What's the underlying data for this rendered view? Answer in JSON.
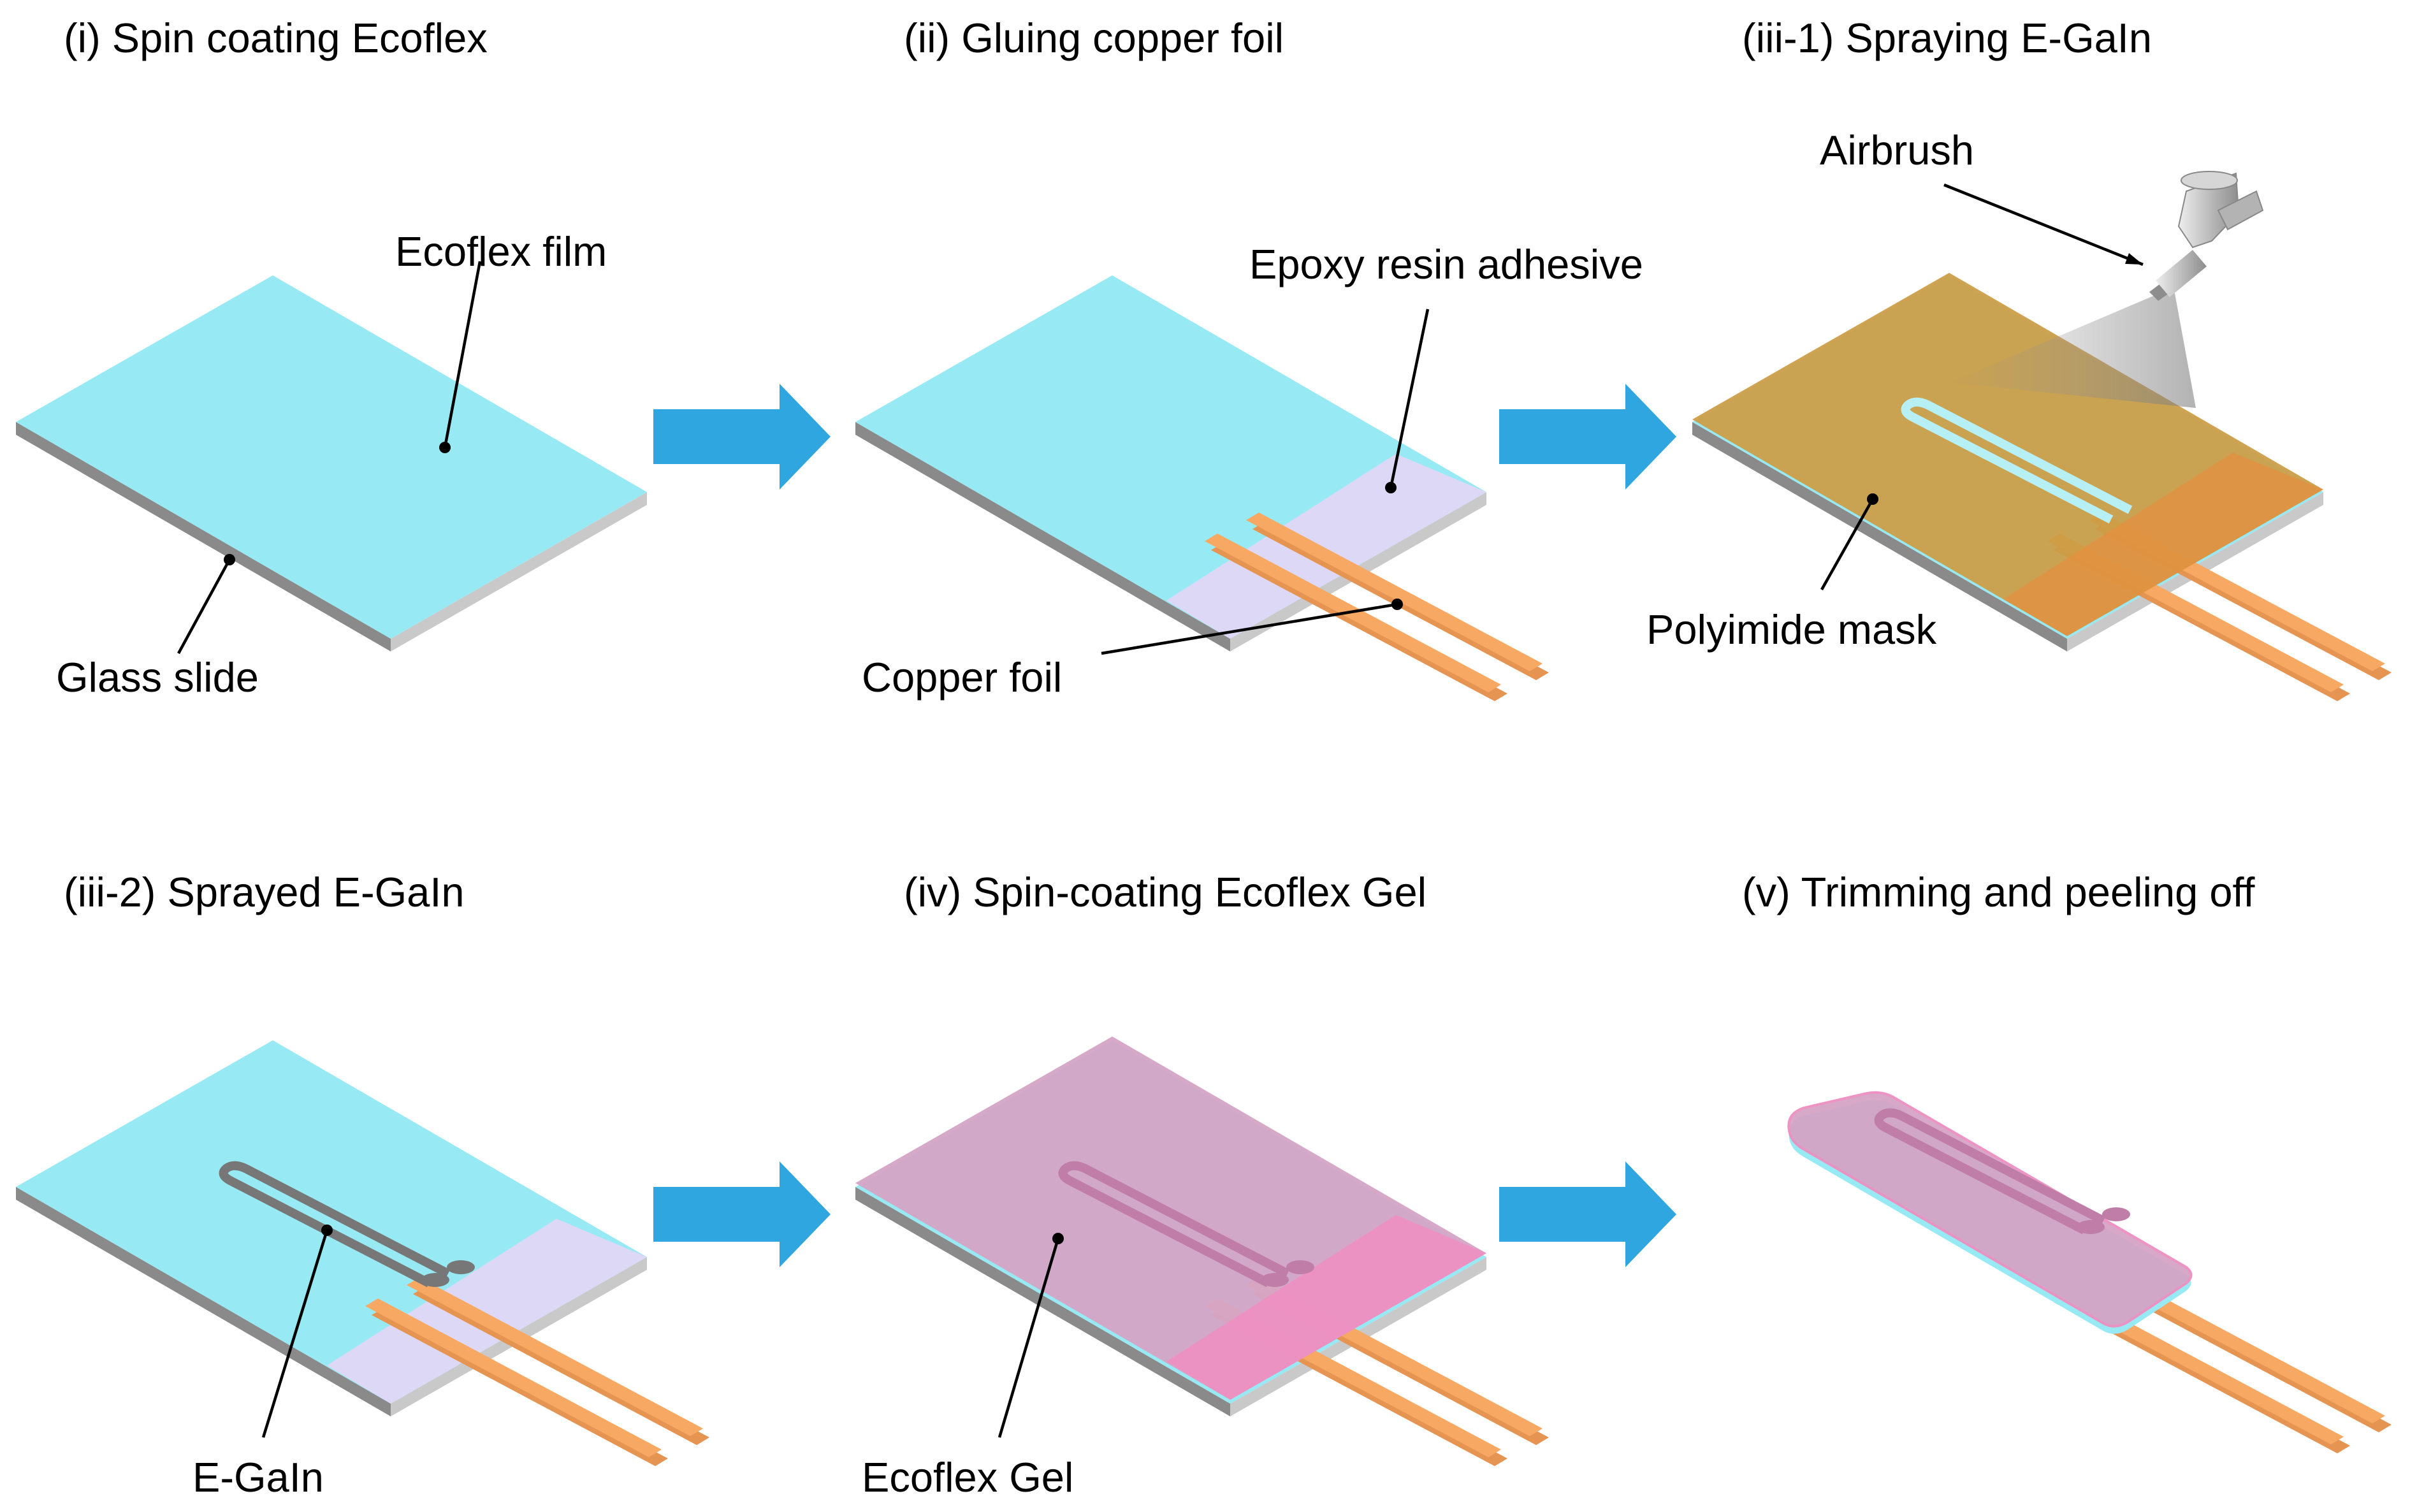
{
  "steps": [
    {
      "title": "(i) Spin coating Ecoflex",
      "labels": {
        "film": "Ecoflex film",
        "slide": "Glass slide"
      }
    },
    {
      "title": "(ii) Gluing copper foil",
      "labels": {
        "adhesive": "Epoxy resin adhesive",
        "copper": "Copper foil"
      }
    },
    {
      "title": "(iii-1) Spraying E-GaIn",
      "labels": {
        "airbrush": "Airbrush",
        "mask": "Polyimide mask"
      }
    },
    {
      "title": "(iii-2) Sprayed E-GaIn",
      "labels": {
        "egain": "E-GaIn"
      }
    },
    {
      "title": "(iv) Spin-coating Ecoflex Gel",
      "labels": {
        "gel": "Ecoflex Gel"
      }
    },
    {
      "title": "(v) Trimming and peeling off",
      "labels": {}
    }
  ],
  "colors": {
    "ecoflex_film": "#97eaf4",
    "glass_edge": "#8a8a8a",
    "glass_side": "#c9c9c9",
    "adhesive": "#ded8f7",
    "copper": "#f7a862",
    "polyimide_mask": "#cc9c45",
    "egain": "#777777",
    "ecoflex_gel": "#d5a4c6",
    "gel_over_adhesive": "#ee8fc1",
    "arrow": "#2fa6e0",
    "airbrush_body": "#a8a8a8"
  },
  "icons": {
    "process_arrow": "right-block-arrow-icon",
    "airbrush": "airbrush-icon"
  }
}
